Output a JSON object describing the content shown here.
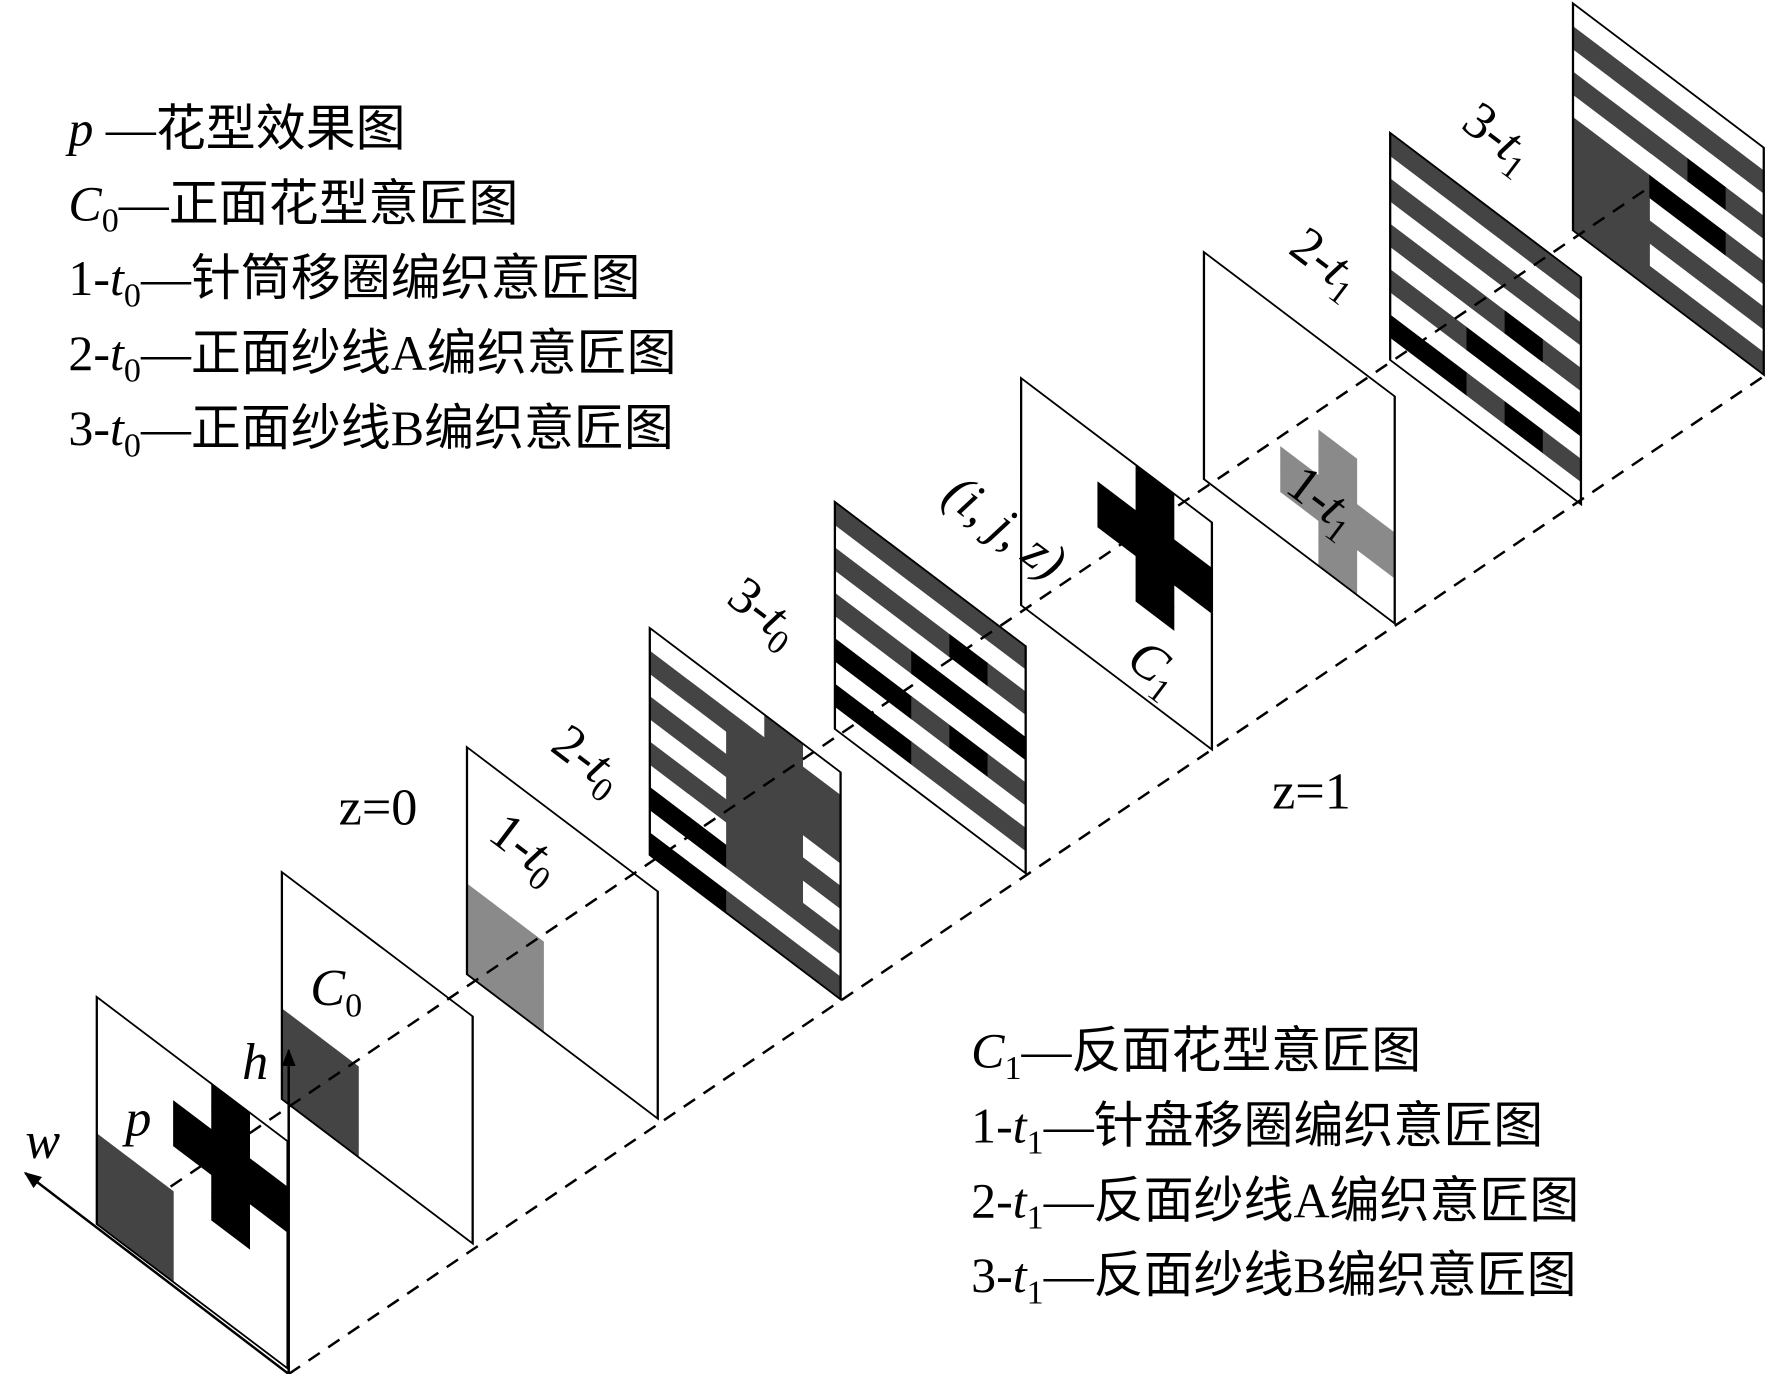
{
  "legend_front": [
    {
      "pre": "",
      "var": "p",
      "sub": "",
      "desc": " —花型效果图"
    },
    {
      "pre": "",
      "var": "C",
      "sub": "0",
      "desc": "—正面花型意匠图"
    },
    {
      "pre": "1-",
      "var": "t",
      "sub": "0",
      "desc": "—针筒移圈编织意匠图"
    },
    {
      "pre": "2-",
      "var": "t",
      "sub": "0",
      "desc": "—正面纱线A编织意匠图"
    },
    {
      "pre": "3-",
      "var": "t",
      "sub": "0",
      "desc": "—正面纱线B编织意匠图"
    }
  ],
  "legend_back": [
    {
      "pre": "",
      "var": "C",
      "sub": "1",
      "desc": "—反面花型意匠图"
    },
    {
      "pre": "1-",
      "var": "t",
      "sub": "1",
      "desc": "—针盘移圈编织意匠图"
    },
    {
      "pre": "2-",
      "var": "t",
      "sub": "1",
      "desc": "—反面纱线A编织意匠图"
    },
    {
      "pre": "3-",
      "var": "t",
      "sub": "1",
      "desc": "—反面纱线B编织意匠图"
    }
  ],
  "axes": {
    "w": "w",
    "h": "h",
    "z0": "z=0",
    "z1": "z=1",
    "coord": "(i, j, z)"
  },
  "palette": {
    "0": "#ffffff",
    "1": "#444444",
    "2": "#000000",
    "3": "#8a8a8a"
  },
  "panels": [
    {
      "id": "p",
      "pre": "",
      "var": "p",
      "sub": "",
      "grid": [
        "00020",
        "00020",
        "00222",
        "00222",
        "00020",
        "00020",
        "11000",
        "11000",
        "11000",
        "11000"
      ]
    },
    {
      "id": "C0",
      "pre": "",
      "var": "C",
      "sub": "0",
      "grid": [
        "00000",
        "00000",
        "00000",
        "00000",
        "00000",
        "00000",
        "11000",
        "11000",
        "11000",
        "11000"
      ]
    },
    {
      "id": "1-t0",
      "pre": "1-",
      "var": "t",
      "sub": "0",
      "grid": [
        "00000",
        "00000",
        "00000",
        "00000",
        "00000",
        "00000",
        "33000",
        "33000",
        "33000",
        "33000"
      ]
    },
    {
      "id": "2-t0",
      "pre": "2-",
      "var": "t",
      "sub": "0",
      "grid": [
        "00010",
        "11111",
        "00111",
        "11111",
        "00110",
        "11111",
        "00110",
        "22111",
        "00000",
        "22111"
      ]
    },
    {
      "id": "3-t0",
      "pre": "3-",
      "var": "t",
      "sub": "0",
      "grid": [
        "11111",
        "00000",
        "11121",
        "00000",
        "11222",
        "00000",
        "22121",
        "00000",
        "22111",
        "00000"
      ]
    },
    {
      "id": "C1",
      "pre": "",
      "var": "C",
      "sub": "1",
      "grid": [
        "00020",
        "00020",
        "00222",
        "00222",
        "00020",
        "00020",
        "00000",
        "00000",
        "00000",
        "00000"
      ]
    },
    {
      "id": "1-t1",
      "pre": "1-",
      "var": "t",
      "sub": "1",
      "grid": [
        "00000",
        "00000",
        "00000",
        "00000",
        "00030",
        "00030",
        "00333",
        "00333",
        "00030",
        "00030"
      ]
    },
    {
      "id": "2-t1",
      "pre": "2-",
      "var": "t",
      "sub": "1",
      "grid": [
        "11111",
        "00000",
        "11111",
        "00000",
        "11121",
        "00000",
        "11222",
        "00000",
        "22121",
        "00000"
      ]
    },
    {
      "id": "3-t1",
      "pre": "3-",
      "var": "t",
      "sub": "1",
      "grid": [
        "00000",
        "11111",
        "00000",
        "11121",
        "00000",
        "11221",
        "11000",
        "11111",
        "11000",
        "11111"
      ]
    }
  ]
}
